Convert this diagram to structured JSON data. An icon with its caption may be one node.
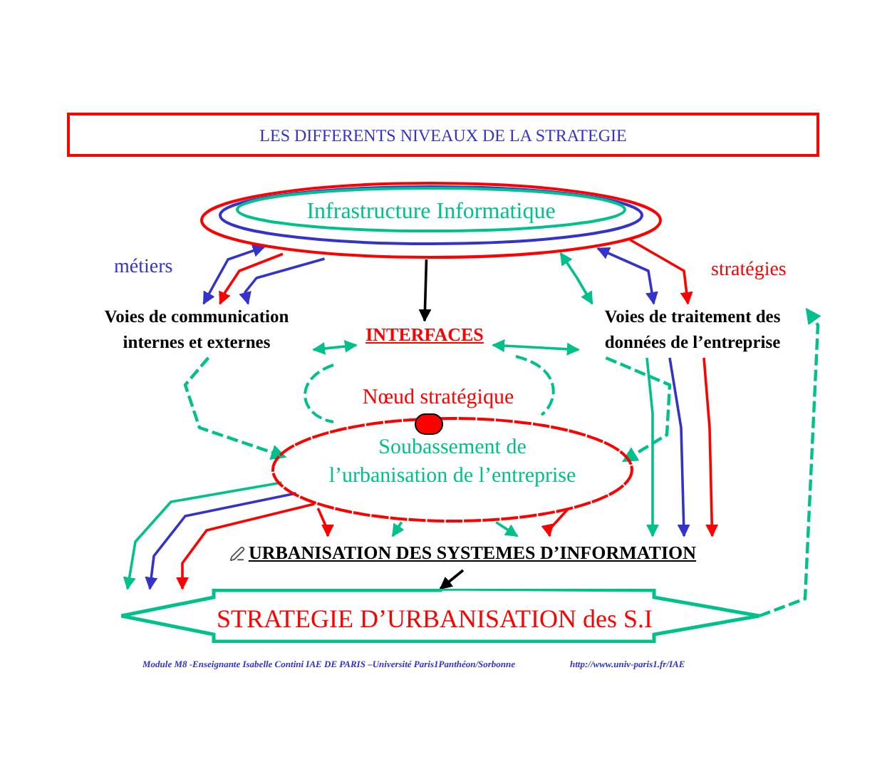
{
  "diagram": {
    "title": "LES DIFFERENTS NIVEAUX DE LA STRATEGIE",
    "nodes": [
      {
        "text": [
          "Infrastructure Informatique"
        ]
      },
      {
        "text": [
          "Voies de communication internes et externes"
        ]
      },
      {
        "text": [
          "INTERFACES"
        ]
      },
      {
        "text": [
          "Voies de traitement des données de l’entreprise"
        ]
      },
      {
        "text": [
          "Nœud stratégique"
        ]
      },
      {
        "text": [
          "Soubassement de l’urbanisation de l’entreprise"
        ]
      },
      {
        "text": [
          "URBANISATION DES SYSTEMES D’INFORMATION"
        ]
      },
      {
        "text": [
          "STRATEGIE D’URBANISATION des S.I"
        ]
      }
    ],
    "edges": [
      {
        "from": 0,
        "to": 2,
        "arrow": "to",
        "color": "#000000"
      },
      {
        "from": 0,
        "to": 1,
        "arrow": "both",
        "color": "#3333cc"
      },
      {
        "from": 0,
        "to": 1,
        "arrow": "to",
        "color": "#ff0000"
      },
      {
        "from": 0,
        "to": 1,
        "arrow": "to",
        "color": "#3333cc"
      },
      {
        "from": 0,
        "to": 3,
        "arrow": "both"
      },
      {
        "from": 0,
        "to": 3,
        "arrow": "both",
        "color": "#3333cc"
      },
      {
        "from": 0,
        "to": 3,
        "arrow": "to",
        "color": "#ff0000"
      },
      {
        "from": 1,
        "to": 2,
        "arrow": "both"
      },
      {
        "from": 2,
        "to": 3,
        "arrow": "both"
      },
      {
        "from": 1,
        "to": 5,
        "arrow": "to",
        "style": "dashed"
      },
      {
        "from": 3,
        "to": 5,
        "arrow": "to",
        "style": "dashed"
      },
      {
        "from": 5,
        "to": 6,
        "arrow": "to"
      },
      {
        "from": 5,
        "to": 6,
        "arrow": "to"
      },
      {
        "from": 5,
        "to": 6,
        "arrow": "to",
        "color": "#ff0000"
      },
      {
        "from": 5,
        "to": 6,
        "arrow": "to",
        "color": "#ff0000"
      },
      {
        "from": 5,
        "to": 7,
        "arrow": "to"
      },
      {
        "from": 5,
        "to": 7,
        "arrow": "to",
        "color": "#3333cc"
      },
      {
        "from": 5,
        "to": 7,
        "arrow": "to",
        "color": "#ff0000"
      },
      {
        "from": 3,
        "to": 6,
        "arrow": "to"
      },
      {
        "from": 3,
        "to": 6,
        "arrow": "to",
        "color": "#3333cc"
      },
      {
        "from": 3,
        "to": 6,
        "arrow": "to",
        "color": "#ff0000"
      },
      {
        "from": 7,
        "to": 3,
        "arrow": "to",
        "style": "dashed"
      },
      {
        "from": 6,
        "to": 7,
        "arrow": "to",
        "color": "#000000"
      }
    ],
    "labels": [
      "métiers",
      "stratégies",
      "Module M8 -Enseignante Isabelle Contini IAE DE PARIS –Université Paris1Panthéon/Sorbonne",
      "http://www.univ-paris1.fr/IAE"
    ]
  }
}
